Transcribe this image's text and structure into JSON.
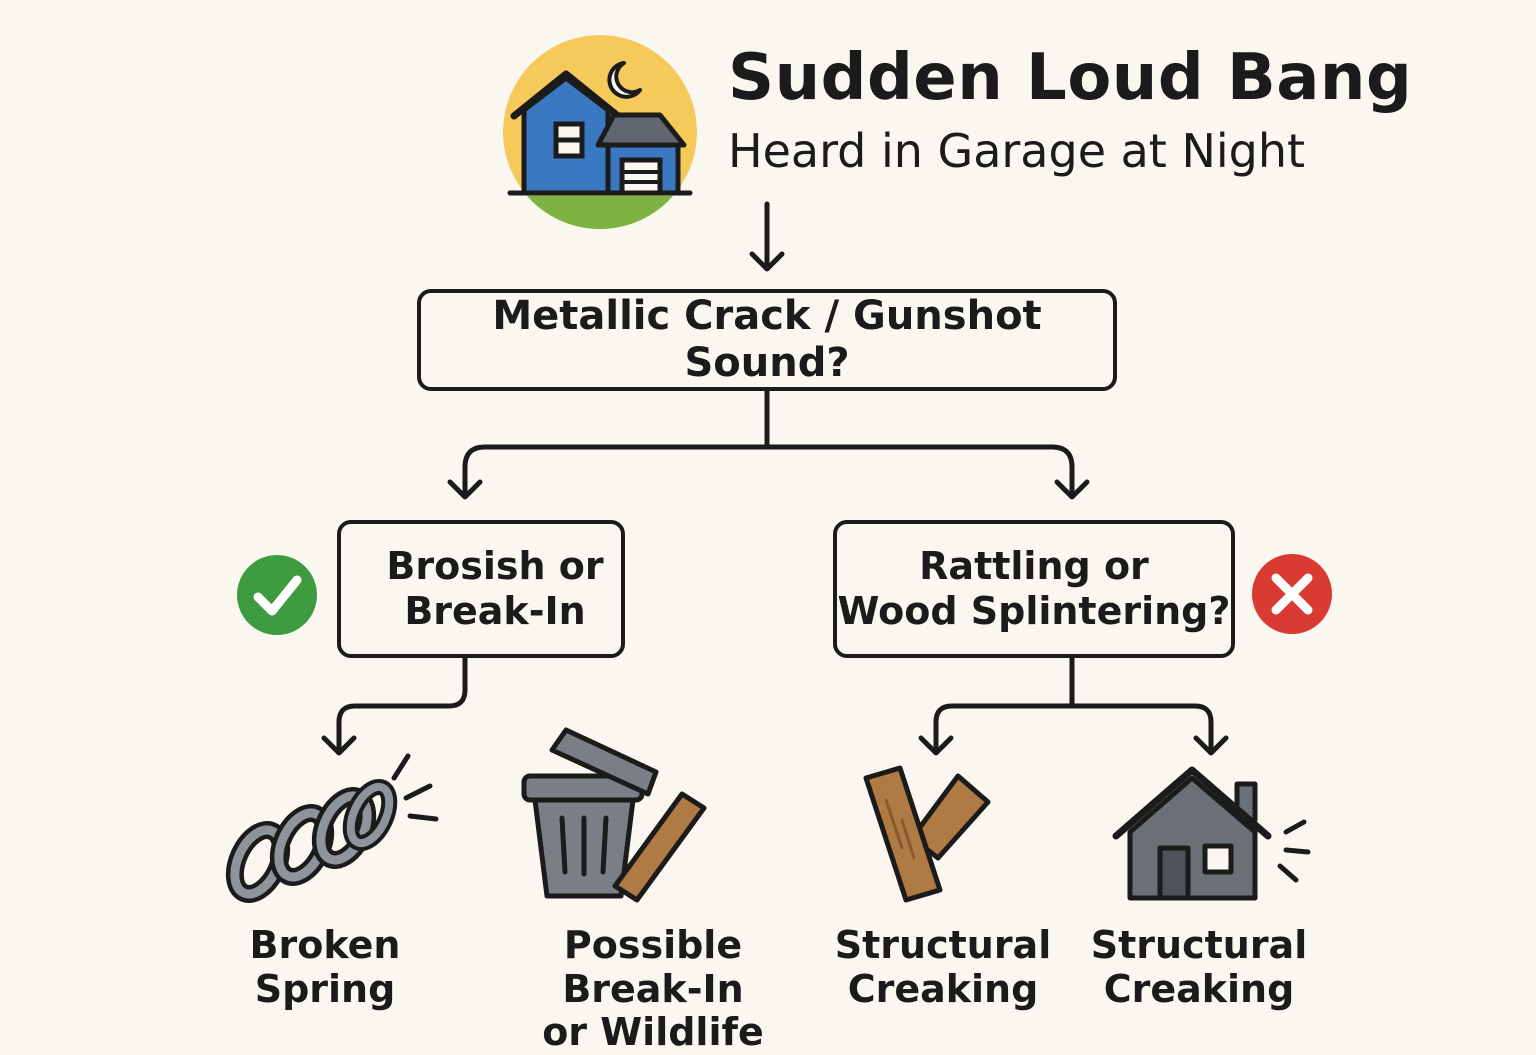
{
  "header": {
    "title": "Sudden Loud Bang",
    "subtitle": "Heard in Garage at Night"
  },
  "nodes": {
    "question": "Metallic Crack / Gunshot Sound?",
    "left_branch": "Brosish or\nBreak-In",
    "right_branch": "Rattling or\nWood Splintering?"
  },
  "outcomes": [
    {
      "label": "Broken Spring",
      "icon": "coil-spring-icon"
    },
    {
      "label": "Possible Break-In\nor Wildlife",
      "icon": "trash-can-icon"
    },
    {
      "label": "Structural\nCreaking",
      "icon": "wood-planks-icon"
    },
    {
      "label": "Structural\nCreaking",
      "icon": "house-icon"
    }
  ],
  "badges": {
    "yes_icon": "check-icon",
    "no_icon": "x-icon"
  },
  "colors": {
    "background": "#faf7f0",
    "ink": "#1b1b1b",
    "sun": "#f5c95a",
    "house_blue": "#3b78c2",
    "roof_gray": "#5f6670",
    "grass": "#7cb342",
    "check_green": "#3f9b3f",
    "x_red": "#d93a32",
    "wood": "#b07a45",
    "trash_gray": "#7a7f86",
    "house_gray": "#6b7077"
  }
}
